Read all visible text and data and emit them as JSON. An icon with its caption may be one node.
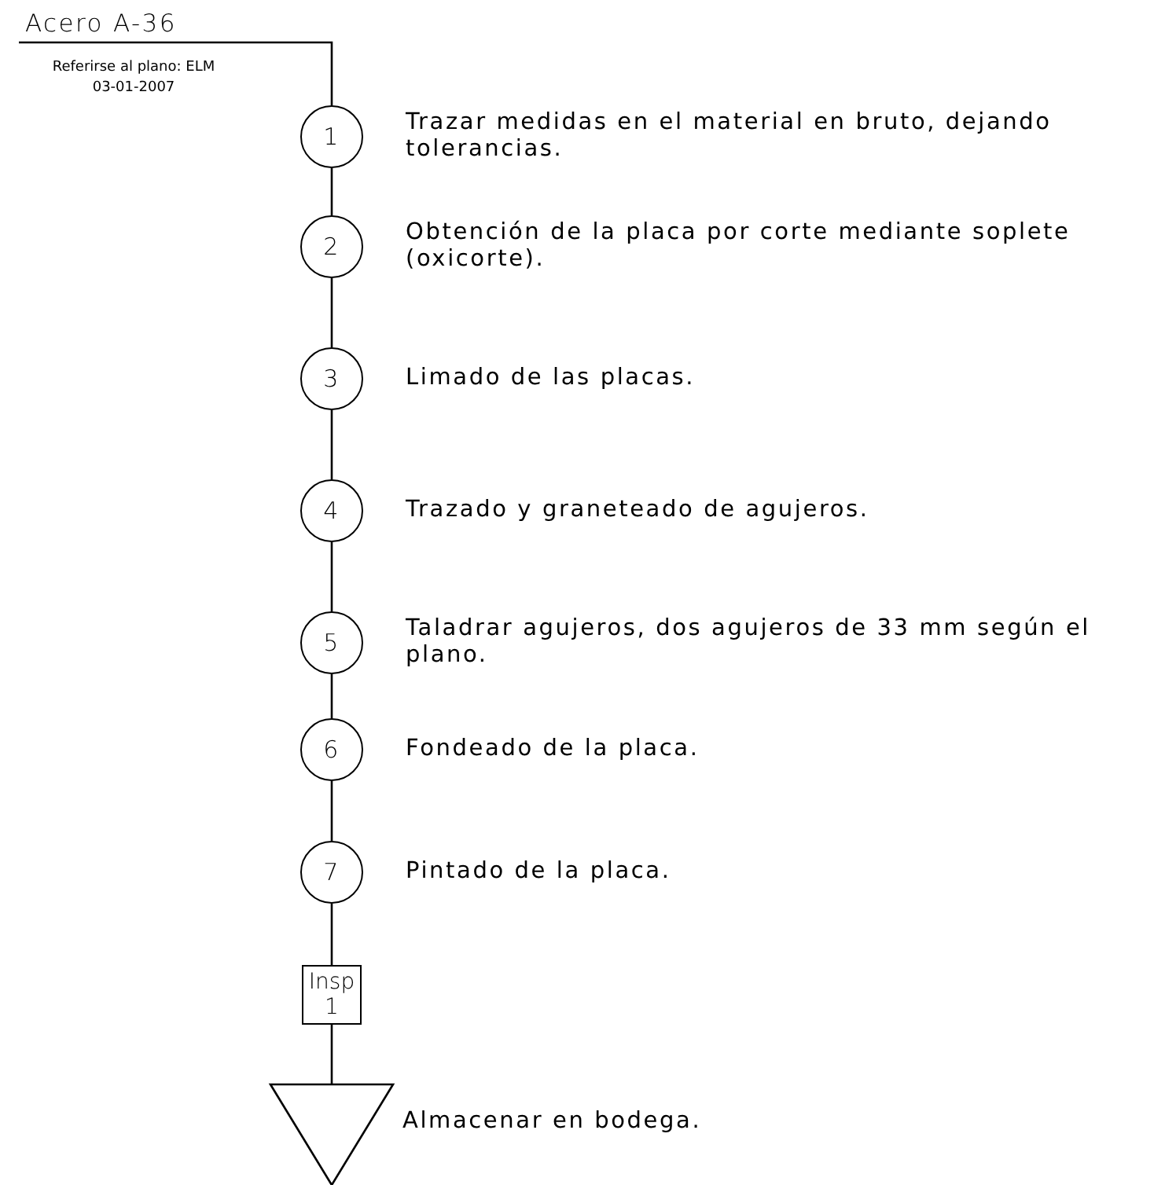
{
  "diagram": {
    "nodes": [
      {
        "text": [
          "Acero A-36"
        ]
      },
      {
        "text": [
          "1"
        ],
        "beside": [
          "Trazar medidas en el material en bruto, dejando tolerancias."
        ]
      },
      {
        "text": [
          "2"
        ],
        "beside": [
          "Obtención de la placa por corte mediante soplete (oxicorte)."
        ]
      },
      {
        "text": [
          "3"
        ],
        "beside": [
          "Limado de las placas."
        ]
      },
      {
        "text": [
          "4"
        ],
        "beside": [
          "Trazado y graneteado de agujeros."
        ]
      },
      {
        "text": [
          "5"
        ],
        "beside": [
          "Taladrar agujeros, dos agujeros de 33 mm según el plano."
        ]
      },
      {
        "text": [
          "6"
        ],
        "beside": [
          "Fondeado de la placa."
        ]
      },
      {
        "text": [
          "7"
        ],
        "beside": [
          "Pintado de la placa."
        ]
      },
      {
        "text": [
          "Insp 1"
        ]
      },
      {
        "text": [],
        "shape": "triangle",
        "beside": [
          "Almacenar en bodega."
        ]
      }
    ],
    "edges": [
      {
        "from": 0,
        "to": 1,
        "arrow": "none"
      },
      {
        "from": 1,
        "to": 2,
        "arrow": "none"
      },
      {
        "from": 2,
        "to": 3,
        "arrow": "none"
      },
      {
        "from": 3,
        "to": 4,
        "arrow": "none"
      },
      {
        "from": 4,
        "to": 5,
        "arrow": "none"
      },
      {
        "from": 5,
        "to": 6,
        "arrow": "none"
      },
      {
        "from": 6,
        "to": 7,
        "arrow": "none"
      },
      {
        "from": 7,
        "to": 8,
        "arrow": "none"
      },
      {
        "from": 8,
        "to": 9,
        "arrow": "none"
      }
    ],
    "labels": [
      "Referirse al plano: ELM 03-01-2007"
    ]
  }
}
